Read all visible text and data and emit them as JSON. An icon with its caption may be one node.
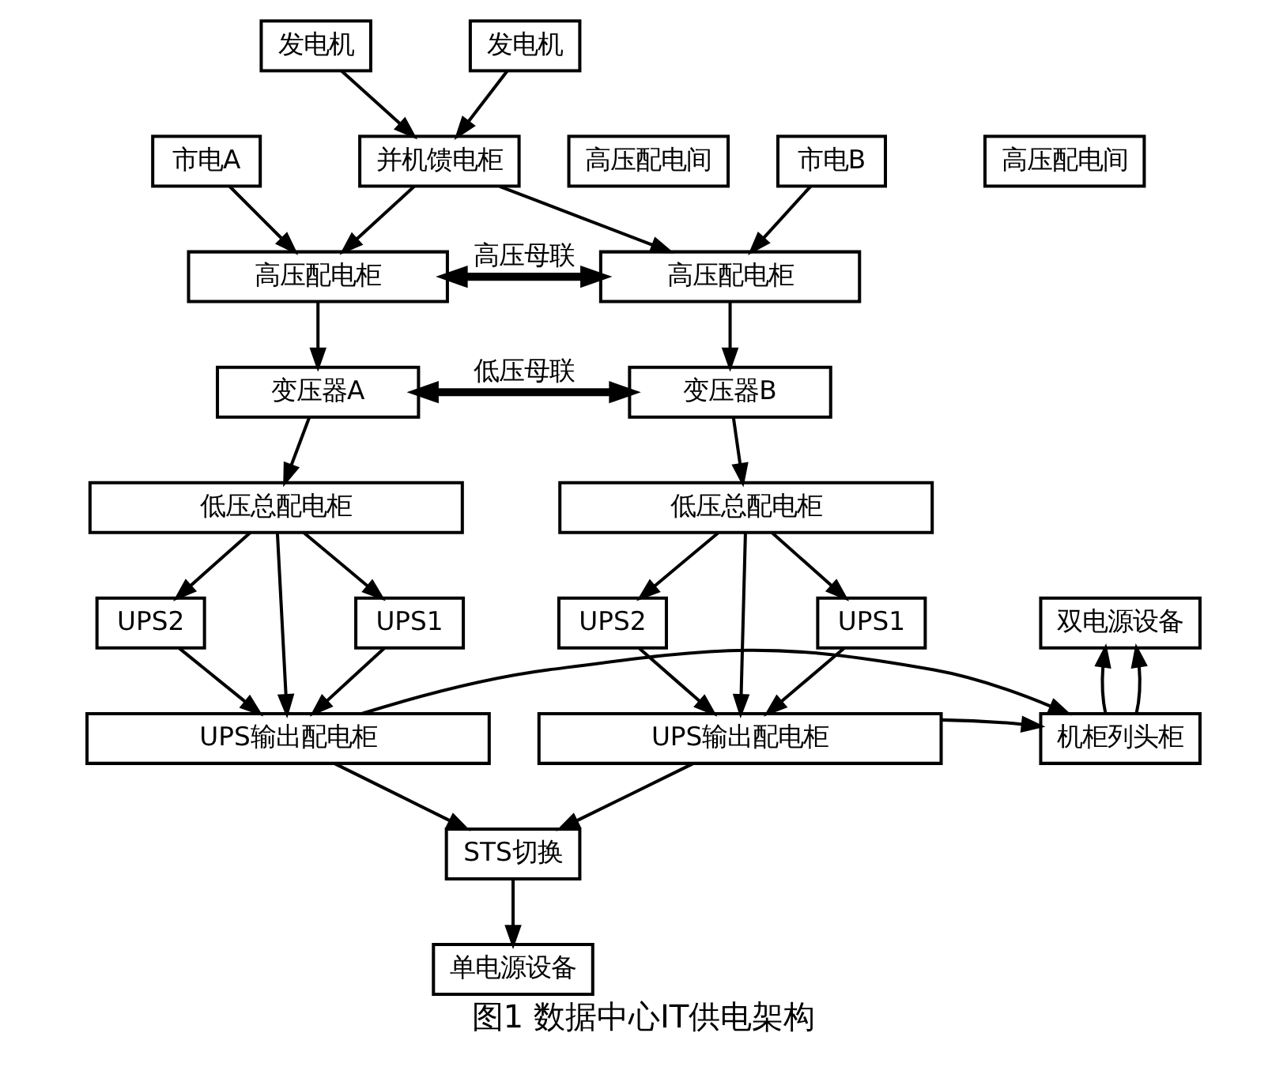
{
  "diagram": {
    "caption": "图1 数据中心IT供电架构",
    "nodes": [
      {
        "text": [
          "发电机"
        ]
      },
      {
        "text": [
          "发电机"
        ]
      },
      {
        "text": [
          "并机馈电柜"
        ]
      },
      {
        "text": [
          "市电A"
        ]
      },
      {
        "text": [
          "高压配电间"
        ]
      },
      {
        "text": [
          "高压配电柜"
        ]
      },
      {
        "text": [
          "市电B"
        ]
      },
      {
        "text": [
          "高压配电间"
        ]
      },
      {
        "text": [
          "高压配电柜"
        ]
      },
      {
        "text": [
          "变压器A"
        ]
      },
      {
        "text": [
          "变压器B"
        ]
      },
      {
        "text": [
          "低压总配电柜"
        ]
      },
      {
        "text": [
          "低压总配电柜"
        ]
      },
      {
        "text": [
          "UPS1"
        ]
      },
      {
        "text": [
          "UPS2"
        ]
      },
      {
        "text": [
          "双电源设备"
        ]
      },
      {
        "text": [
          "UPS1"
        ]
      },
      {
        "text": [
          "UPS2"
        ]
      },
      {
        "text": [
          "UPS输出配电柜"
        ]
      },
      {
        "text": [
          "机柜列头柜"
        ]
      },
      {
        "text": [
          "UPS输出配电柜"
        ]
      },
      {
        "text": [
          "STS切换"
        ]
      },
      {
        "text": [
          "单电源设备"
        ]
      }
    ],
    "edges": [
      {
        "from": 0,
        "to": 2,
        "arrow": "to"
      },
      {
        "from": 1,
        "to": 2,
        "arrow": "to"
      },
      {
        "from": 2,
        "to": 5,
        "arrow": "to"
      },
      {
        "from": 2,
        "to": 8,
        "arrow": "to"
      },
      {
        "from": 3,
        "to": 5,
        "arrow": "to"
      },
      {
        "from": 6,
        "to": 8,
        "arrow": "to"
      },
      {
        "from": 5,
        "to": 8,
        "arrow": "both",
        "label": "高压母联",
        "style": "thick"
      },
      {
        "from": 5,
        "to": 9,
        "arrow": "to"
      },
      {
        "from": 8,
        "to": 10,
        "arrow": "to"
      },
      {
        "from": 9,
        "to": 10,
        "arrow": "both",
        "label": "低压母联",
        "style": "thick"
      },
      {
        "from": 9,
        "to": 11,
        "arrow": "to"
      },
      {
        "from": 10,
        "to": 12,
        "arrow": "to"
      },
      {
        "from": 11,
        "to": 13,
        "arrow": "to"
      },
      {
        "from": 11,
        "to": 14,
        "arrow": "to"
      },
      {
        "from": 11,
        "to": 18,
        "arrow": "to"
      },
      {
        "from": 13,
        "to": 18,
        "arrow": "to"
      },
      {
        "from": 14,
        "to": 18,
        "arrow": "to"
      },
      {
        "from": 12,
        "to": 16,
        "arrow": "to"
      },
      {
        "from": 12,
        "to": 17,
        "arrow": "to"
      },
      {
        "from": 12,
        "to": 20,
        "arrow": "to"
      },
      {
        "from": 16,
        "to": 20,
        "arrow": "to"
      },
      {
        "from": 17,
        "to": 20,
        "arrow": "to"
      },
      {
        "from": 19,
        "to": 15,
        "arrow": "to"
      },
      {
        "from": 19,
        "to": 15,
        "arrow": "to"
      },
      {
        "from": 18,
        "to": 19,
        "arrow": "to"
      },
      {
        "from": 20,
        "to": 19,
        "arrow": "to"
      },
      {
        "from": 18,
        "to": 21,
        "arrow": "to"
      },
      {
        "from": 20,
        "to": 21,
        "arrow": "to"
      },
      {
        "from": 21,
        "to": 22,
        "arrow": "to"
      }
    ]
  }
}
